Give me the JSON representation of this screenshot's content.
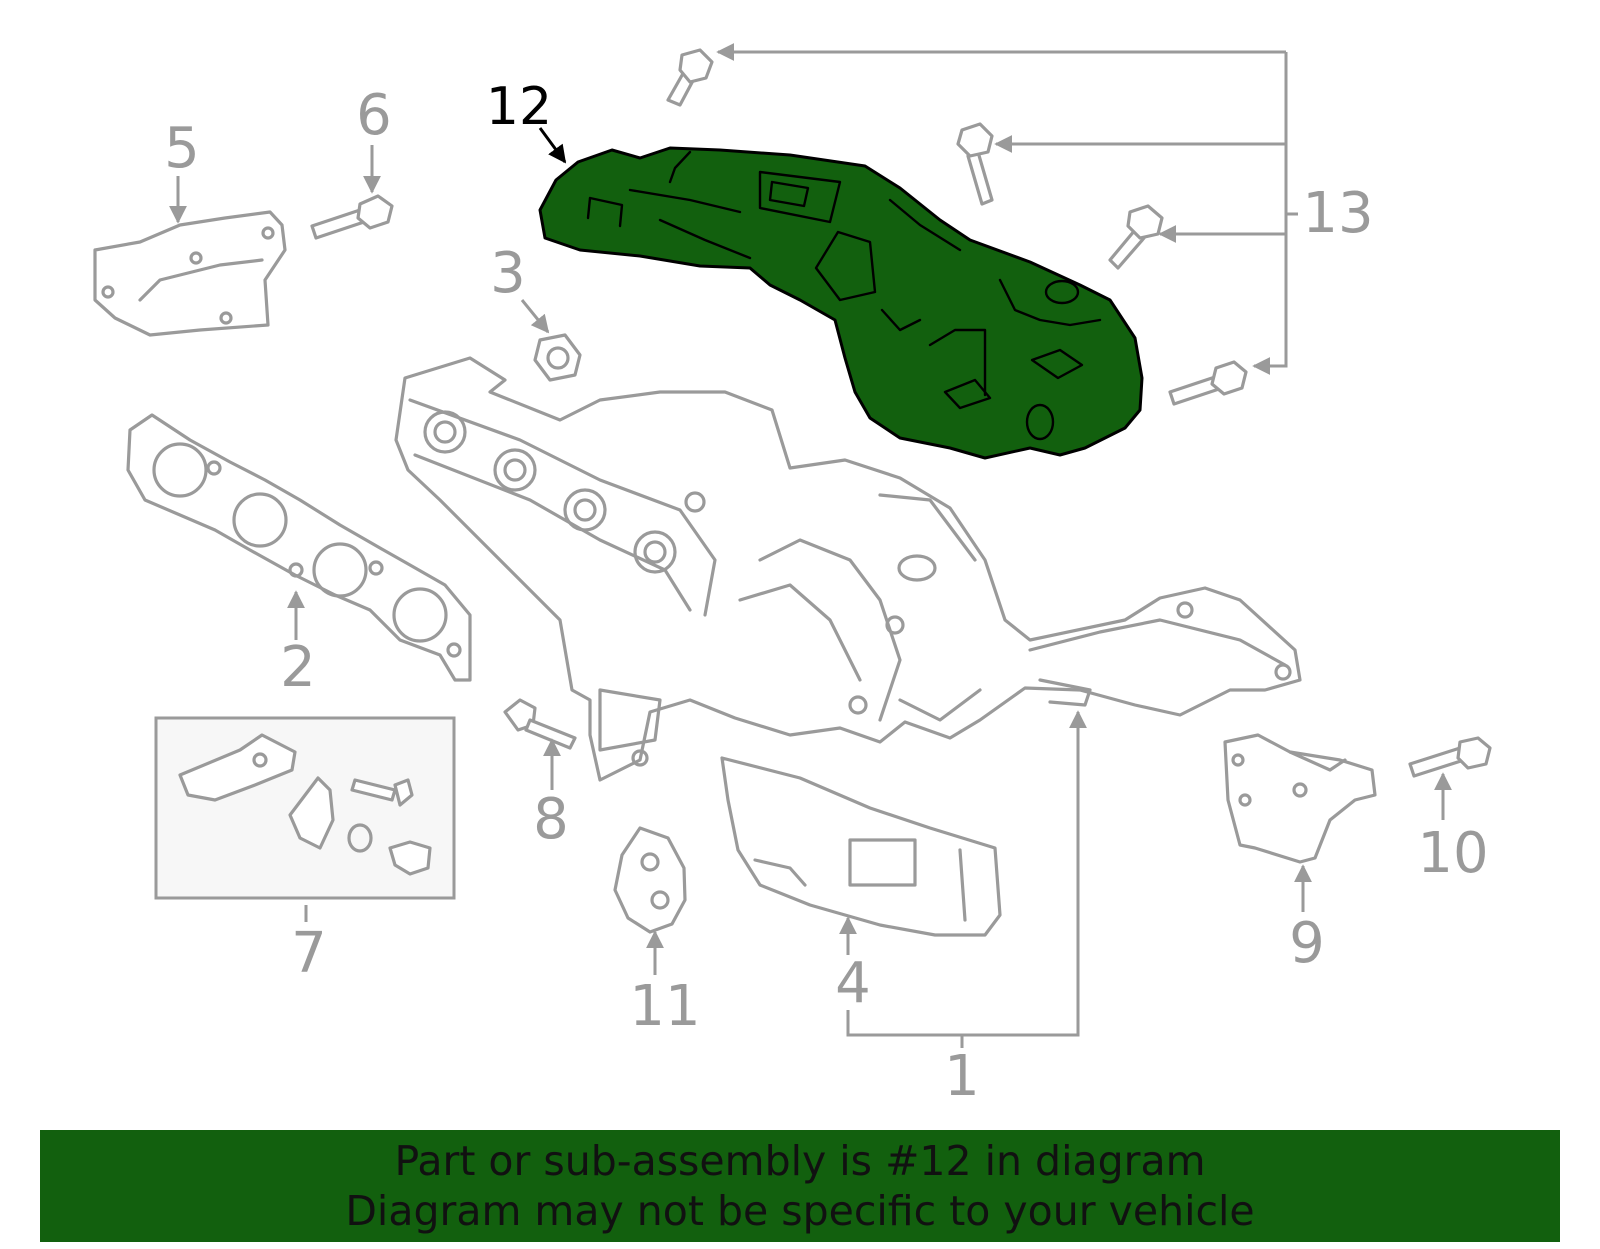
{
  "callouts": {
    "c1": "1",
    "c2": "2",
    "c3": "3",
    "c4": "4",
    "c5": "5",
    "c6": "6",
    "c7": "7",
    "c8": "8",
    "c9": "9",
    "c10": "10",
    "c11": "11",
    "c12": "12",
    "c13": "13"
  },
  "highlighted_part": "12",
  "banner": {
    "line1": "Part or sub-assembly is #12 in diagram",
    "line2": "Diagram may not be specific to your vehicle"
  },
  "colors": {
    "highlight_fill": "#12600e",
    "banner_background": "#12600e",
    "part_stroke": "#9a9a9a",
    "callout_text": "#9a9a9a",
    "highlight_label": "#000000"
  }
}
